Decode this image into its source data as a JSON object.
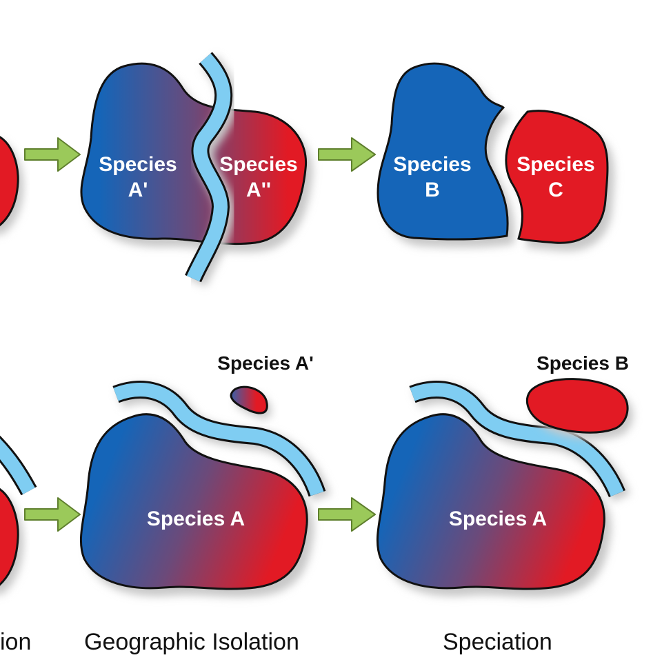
{
  "row_top": {
    "species_a_prime": {
      "line1": "Species",
      "line2": "A'"
    },
    "species_a_double_prime": {
      "line1": "Species",
      "line2": "A''"
    },
    "species_b": {
      "line1": "Species",
      "line2": "B"
    },
    "species_c": {
      "line1": "Species",
      "line2": "C"
    }
  },
  "row_bottom": {
    "island_label_middle": "Species A'",
    "island_label_right": "Species B",
    "main_label_middle": "Species A",
    "main_label_right": "Species A"
  },
  "captions": {
    "left_partial": "ion",
    "middle": "Geographic Isolation",
    "right": "Speciation"
  },
  "colors": {
    "blue": "#1565b8",
    "red": "#e21a24",
    "blend_mid": "#6b4a7a",
    "river": "#7fcdf2",
    "arrow": "#9bc95a",
    "outline": "#111111",
    "shadow": "#c8c8c8"
  }
}
